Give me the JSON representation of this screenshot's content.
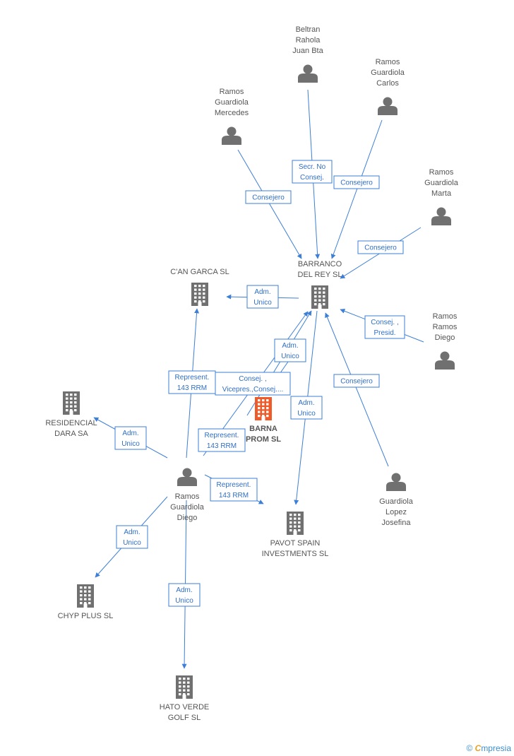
{
  "colors": {
    "edge": "#3d7fd6",
    "node_gray": "#707070",
    "node_focus": "#f05a28"
  },
  "nodes": [
    {
      "id": "beltran",
      "type": "person",
      "label": [
        "Beltran",
        "Rahola",
        "Juan Bta"
      ],
      "label_pos": "above"
    },
    {
      "id": "carlos",
      "type": "person",
      "label": [
        "Ramos",
        "Guardiola",
        "Carlos"
      ],
      "label_pos": "above"
    },
    {
      "id": "mercedes",
      "type": "person",
      "label": [
        "Ramos",
        "Guardiola",
        "Mercedes"
      ],
      "label_pos": "above"
    },
    {
      "id": "marta",
      "type": "person",
      "label": [
        "Ramos",
        "Guardiola",
        "Marta"
      ],
      "label_pos": "above"
    },
    {
      "id": "rrdiego",
      "type": "person",
      "label": [
        "Ramos",
        "Ramos",
        "Diego"
      ],
      "label_pos": "above"
    },
    {
      "id": "barranco",
      "type": "company",
      "label": [
        "BARRANCO",
        "DEL REY SL"
      ],
      "label_pos": "above"
    },
    {
      "id": "cangarca",
      "type": "company",
      "label": [
        "C'AN GARCA SL"
      ],
      "label_pos": "above"
    },
    {
      "id": "barna",
      "type": "company",
      "focus": true,
      "label": [
        "BARNA",
        "PROM SL"
      ],
      "label_pos": "below"
    },
    {
      "id": "residencial",
      "type": "company",
      "label": [
        "RESIDENCIAL",
        "DARA SA"
      ],
      "label_pos": "below"
    },
    {
      "id": "diego",
      "type": "person",
      "label": [
        "Ramos",
        "Guardiola",
        "Diego"
      ],
      "label_pos": "below"
    },
    {
      "id": "josefina",
      "type": "person",
      "label": [
        "Guardiola",
        "Lopez",
        "Josefina"
      ],
      "label_pos": "below"
    },
    {
      "id": "pavot",
      "type": "company",
      "label": [
        "PAVOT SPAIN",
        "INVESTMENTS SL"
      ],
      "label_pos": "below"
    },
    {
      "id": "chyp",
      "type": "company",
      "label": [
        "CHYP PLUS SL"
      ],
      "label_pos": "below"
    },
    {
      "id": "hato",
      "type": "company",
      "label": [
        "HATO VERDE",
        "GOLF SL"
      ],
      "label_pos": "below"
    }
  ],
  "edges": [
    {
      "from": "beltran",
      "to": "barranco",
      "label": [
        "Secr.  No",
        "Consej."
      ]
    },
    {
      "from": "carlos",
      "to": "barranco",
      "label": [
        "Consejero"
      ]
    },
    {
      "from": "mercedes",
      "to": "barranco",
      "label": [
        "Consejero"
      ]
    },
    {
      "from": "marta",
      "to": "barranco",
      "label": [
        "Consejero"
      ]
    },
    {
      "from": "rrdiego",
      "to": "barranco",
      "label": [
        "Consej. ,",
        "Presid."
      ]
    },
    {
      "from": "josefina",
      "to": "barranco",
      "label": [
        "Consejero"
      ]
    },
    {
      "from": "barranco",
      "to": "cangarca",
      "label": [
        "Adm.",
        "Unico"
      ]
    },
    {
      "from": "barranco",
      "to": "barna",
      "label": [
        "Consej. ,",
        "Vicepres.,Consej...."
      ]
    },
    {
      "from": "barna",
      "to": "barranco",
      "label": [
        "Adm.",
        "Unico"
      ]
    },
    {
      "from": "barranco",
      "to": "pavot",
      "label": [
        "Adm.",
        "Unico"
      ]
    },
    {
      "from": "diego",
      "to": "cangarca",
      "label": [
        "Represent.",
        "143 RRM"
      ]
    },
    {
      "from": "diego",
      "to": "barranco",
      "label": [
        "Represent.",
        "143 RRM"
      ]
    },
    {
      "from": "diego",
      "to": "residencial",
      "label": [
        "Adm.",
        "Unico"
      ]
    },
    {
      "from": "diego",
      "to": "pavot",
      "label": [
        "Represent.",
        "143 RRM"
      ]
    },
    {
      "from": "diego",
      "to": "chyp",
      "label": [
        "Adm.",
        "Unico"
      ]
    },
    {
      "from": "diego",
      "to": "hato",
      "label": [
        "Adm.",
        "Unico"
      ]
    }
  ],
  "watermark": {
    "copyright": "©",
    "brand_initial": "C",
    "brand_rest": "mpresia"
  }
}
